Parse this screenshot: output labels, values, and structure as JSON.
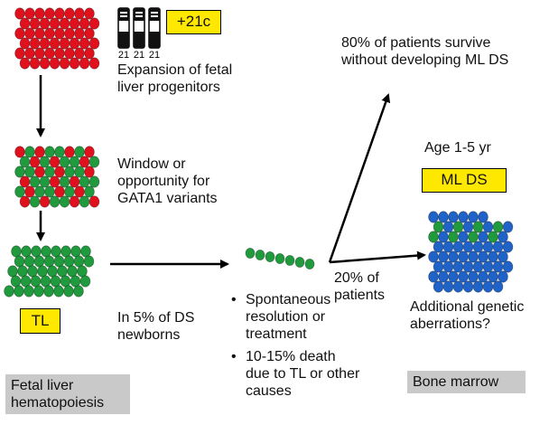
{
  "colors": {
    "red": "#e0101c",
    "green": "#1f9a3c",
    "blue": "#1f63c8",
    "yellow": "#ffe800",
    "grey": "#c9c9c9"
  },
  "chromosome_labels": [
    "21",
    "21",
    "21"
  ],
  "badge_21c": "+21c",
  "text_expansion": [
    "Expansion of fetal",
    "liver progenitors"
  ],
  "text_window": [
    "Window or",
    "opportunity for",
    "GATA1 variants"
  ],
  "tl_box": "TL",
  "text_ds_newborns": [
    "In 5% of DS",
    "newborns"
  ],
  "bullets": [
    [
      "Spontaneous",
      "resolution or",
      "treatment"
    ],
    [
      "10-15% death",
      "due to TL or other",
      "causes"
    ]
  ],
  "fetal_liver_label": [
    "Fetal liver",
    "hematopoiesis"
  ],
  "survive_text": [
    "80% of patients survive",
    "without developing ML DS"
  ],
  "age_text": "Age 1-5 yr",
  "mlds_box": "ML DS",
  "percent_text": [
    "20% of",
    "patients"
  ],
  "aberrations_text": [
    "Additional genetic",
    "aberrations?"
  ],
  "bone_marrow_label": "Bone marrow"
}
